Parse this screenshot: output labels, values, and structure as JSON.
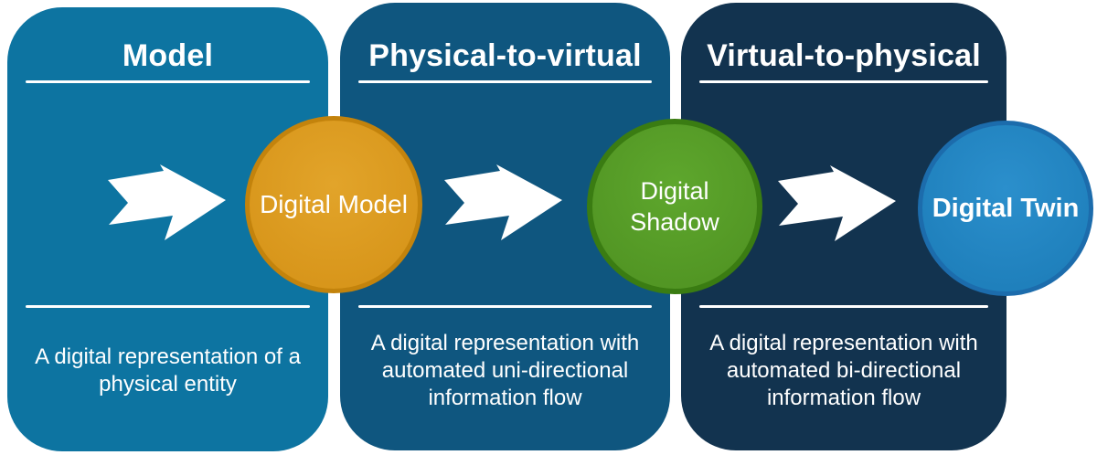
{
  "diagram": {
    "name": "digital-model-shadow-twin-diagram",
    "panels": [
      {
        "title": "Model",
        "description": "A digital representation of a physical entity"
      },
      {
        "title": "Physical-to-virtual",
        "description": "A digital representation with automated uni-directional information flow"
      },
      {
        "title": "Virtual-to-physical",
        "description": "A digital representation with automated bi-directional information flow"
      }
    ],
    "circles": [
      {
        "label": "Digital Model",
        "lines": [
          "Digital Model"
        ]
      },
      {
        "label": "Digital Shadow",
        "lines": [
          "Digital",
          "Shadow"
        ]
      },
      {
        "label": "Digital Twin",
        "lines": [
          "Digital Twin"
        ]
      }
    ],
    "icons": {
      "arrow": "white-right-block-arrow-with-notched-tail"
    },
    "colors": {
      "background": "#ffffff",
      "text": "#ffffff",
      "panel_model_bg": "#0d74a1",
      "panel_physical_to_virtual_bg": "#0f567f",
      "panel_virtual_to_physical_bg": "#12334f",
      "circle_model_fill": "#d8961b",
      "circle_model_border": "#c3830c",
      "circle_shadow_fill": "#529624",
      "circle_shadow_border": "#3a7c12",
      "circle_twin_fill": "#1f80bc",
      "circle_twin_border": "#1c6cac",
      "arrow_fill": "#ffffff"
    }
  }
}
